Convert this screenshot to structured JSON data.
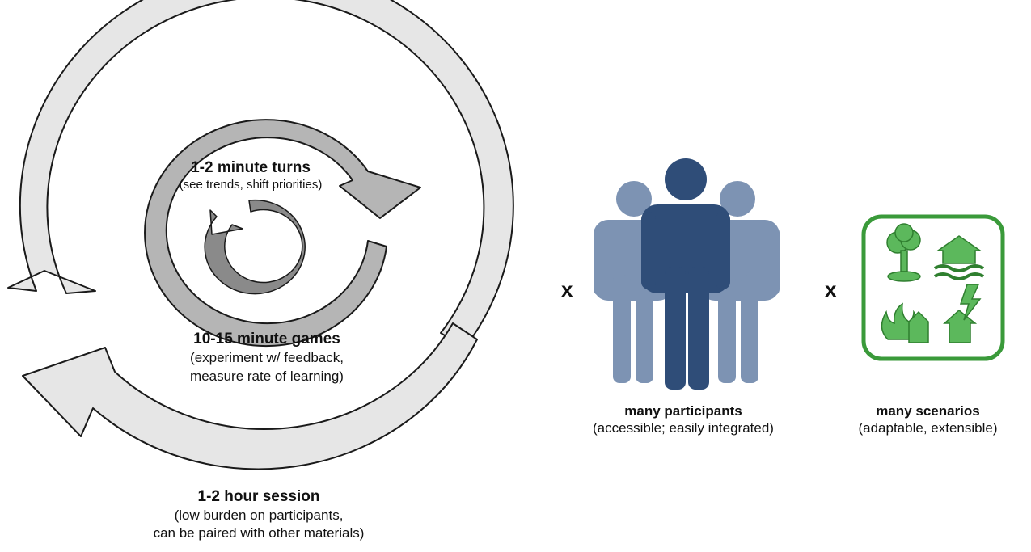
{
  "cycle": {
    "turns": {
      "title": "1-2 minute turns",
      "subtitle": "(see trends, shift priorities)"
    },
    "games": {
      "title": "10-15 minute games",
      "line1": "(experiment w/ feedback,",
      "line2": "measure rate of learning)"
    },
    "session": {
      "title": "1-2 hour session",
      "line1": "(low burden on participants,",
      "line2": "can be paired with other materials)"
    }
  },
  "multipliers": {
    "first": "x",
    "second": "x"
  },
  "participants": {
    "title": "many participants",
    "subtitle": "(accessible; easily integrated)"
  },
  "scenarios": {
    "title": "many scenarios",
    "subtitle": "(adaptable, extensible)"
  },
  "colors": {
    "outer_ring": "#e6e6e6",
    "middle_ring": "#b5b5b5",
    "inner_ring": "#8a8a8a",
    "person_front": "#2f4d78",
    "person_back": "#7d93b3",
    "scenario_green": "#3a9a3a"
  },
  "icons": [
    "people-icon",
    "explosion-icon",
    "flood-icon",
    "fire-icon",
    "lightning-icon"
  ]
}
